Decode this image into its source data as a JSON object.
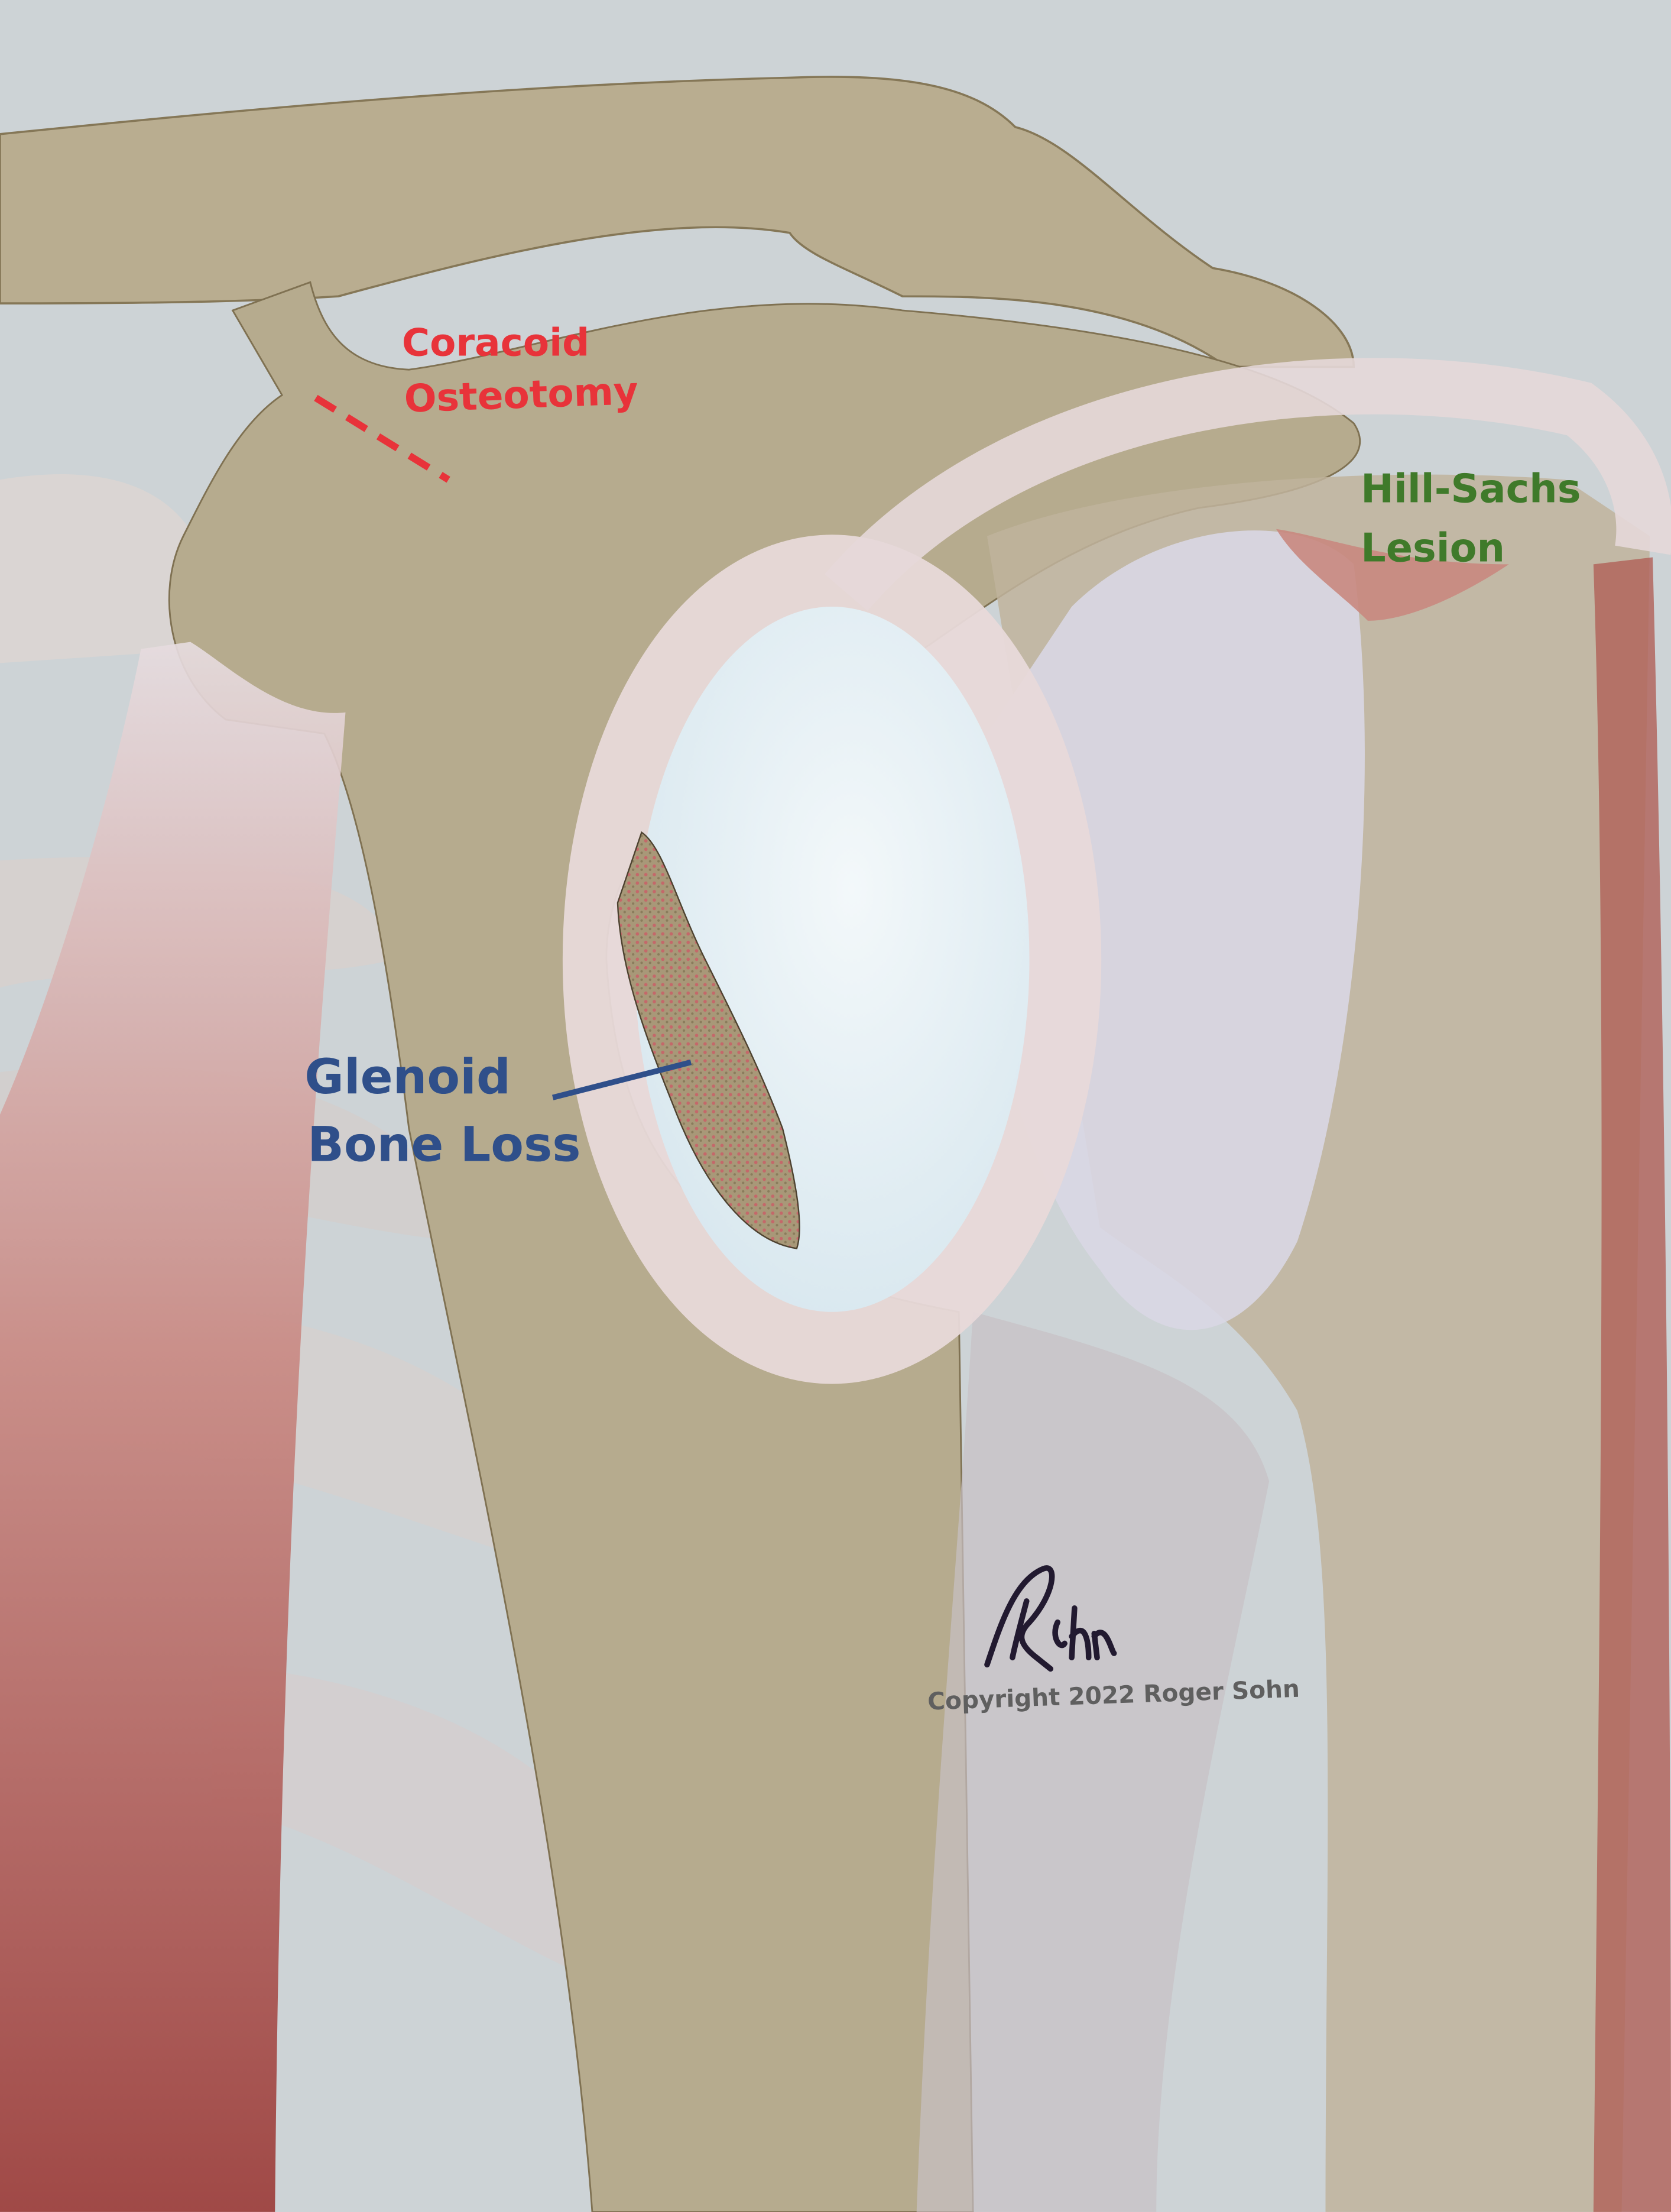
{
  "labels": {
    "coracoid_line1": "Coracoid",
    "coracoid_line2": "Osteotomy",
    "hill_sachs_line1": "Hill-Sachs",
    "hill_sachs_line2": "Lesion",
    "glenoid_line1": "Glenoid",
    "glenoid_line2": "Bone Loss"
  },
  "copyright": "Copyright 2022 Roger Sohn",
  "signature": "RSohn",
  "colors": {
    "background": "#cdd3d6",
    "bone": "#b8ad92",
    "labrum": "#e8d8d8",
    "glenoid": "#e6eff4",
    "humeral_head": "#d9d7e4",
    "muscle": "#b4544c",
    "coracoid_label": "#e8333a",
    "hill_sachs_label": "#3f7a2a",
    "glenoid_label": "#2f4f8a",
    "copyright_text": "#5f5f5f"
  }
}
